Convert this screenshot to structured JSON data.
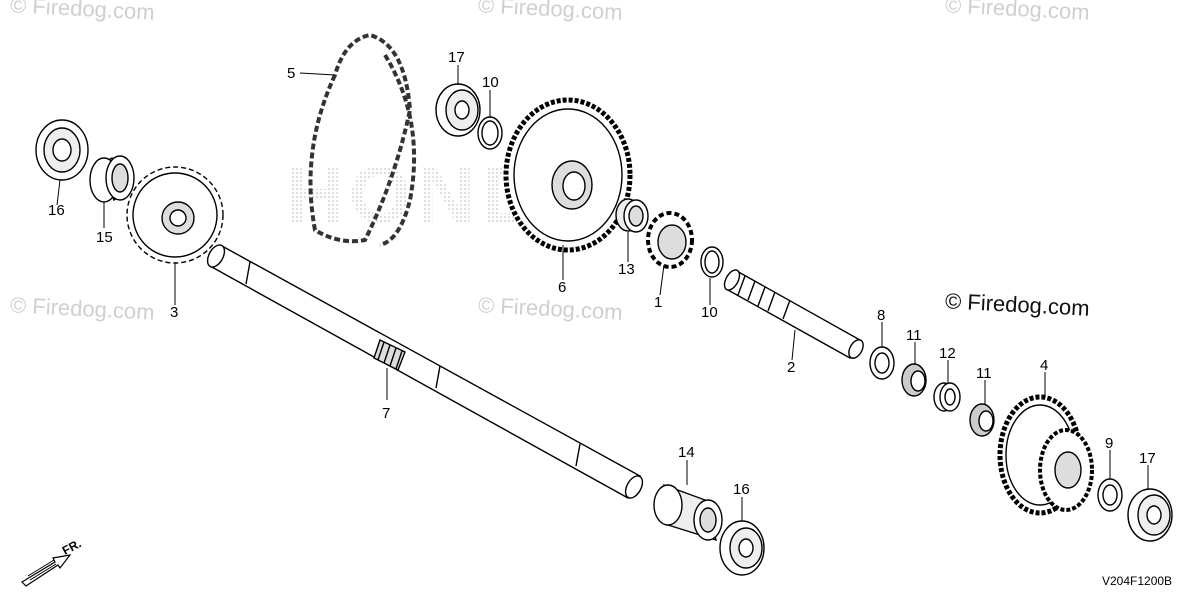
{
  "watermarks": {
    "small": "© Firedog.com",
    "main": "© Firedog.com"
  },
  "brand_watermark": "HONDA",
  "diagram_code": "V204F1200B",
  "direction_label": "FR.",
  "callouts": [
    "1",
    "2",
    "3",
    "4",
    "5",
    "6",
    "7",
    "8",
    "9",
    "10",
    "10",
    "11",
    "11",
    "12",
    "13",
    "14",
    "15",
    "16",
    "16",
    "17",
    "17"
  ]
}
